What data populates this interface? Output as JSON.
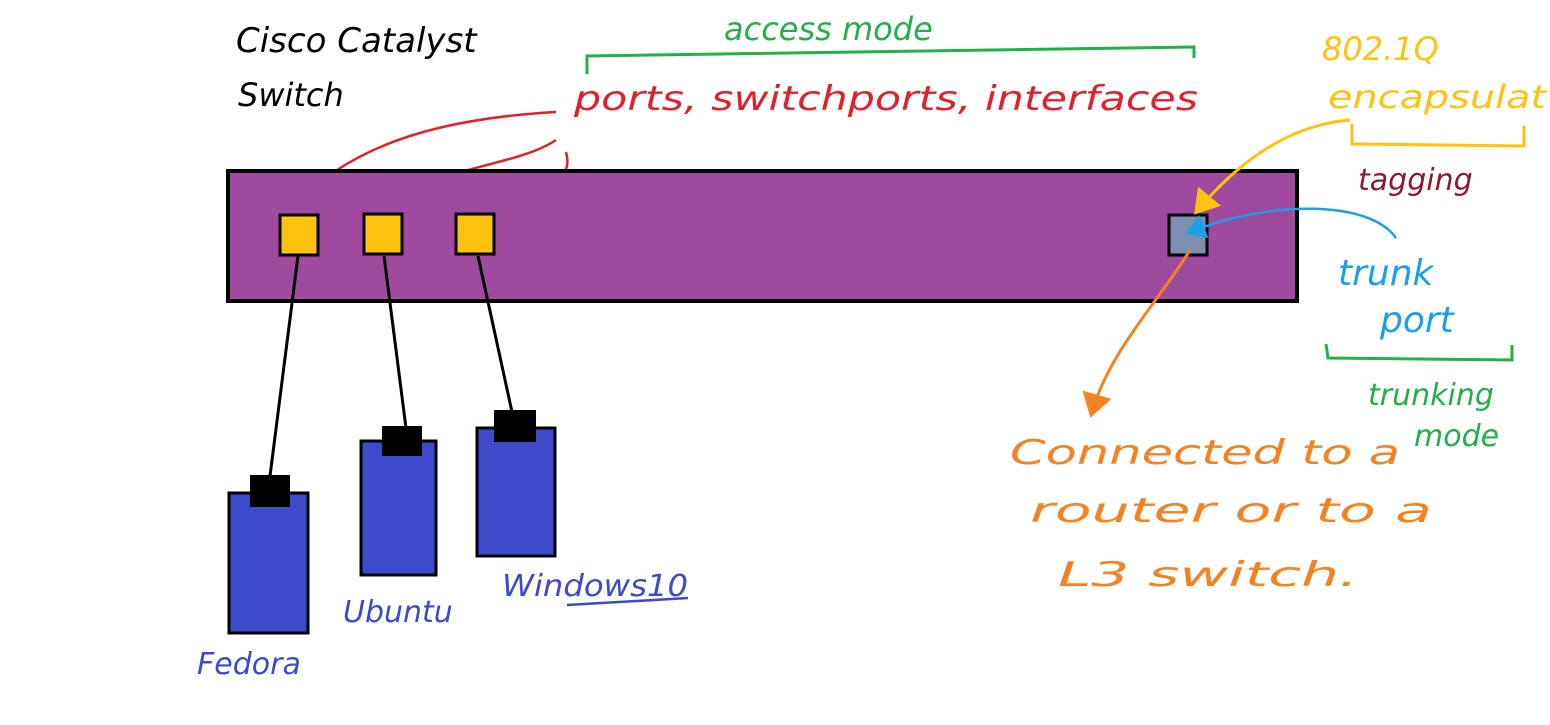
{
  "switch": {
    "title_line1": "Cisco Catalyst",
    "title_line2": "Switch"
  },
  "annotations": {
    "access_mode": "access mode",
    "ports_label": "ports, switchports, interfaces",
    "encap_line1": "802.1Q",
    "encap_line2": "encapsulat",
    "tagging": "tagging",
    "trunk_line1": "trunk",
    "trunk_line2": "port",
    "trunking_line1": "trunking",
    "trunking_line2": "mode",
    "connected_line1": "Connected to a",
    "connected_line2": "router or to a",
    "connected_line3": "L3 switch."
  },
  "hosts": [
    {
      "name": "Fedora"
    },
    {
      "name": "Ubuntu"
    },
    {
      "name": "Windows10"
    }
  ],
  "colors": {
    "switch_fill": "#9f4a9f",
    "access_port": "#ffc20e",
    "trunk_port": "#7c8fb0",
    "host_fill": "#3d4acb",
    "red": "#e2202b",
    "green": "#22b04a",
    "yellow": "#ffc20e",
    "maroon": "#8b1a2c",
    "blue": "#1aa0e6",
    "orange": "#f58220",
    "purple_label": "#3d4acb"
  }
}
